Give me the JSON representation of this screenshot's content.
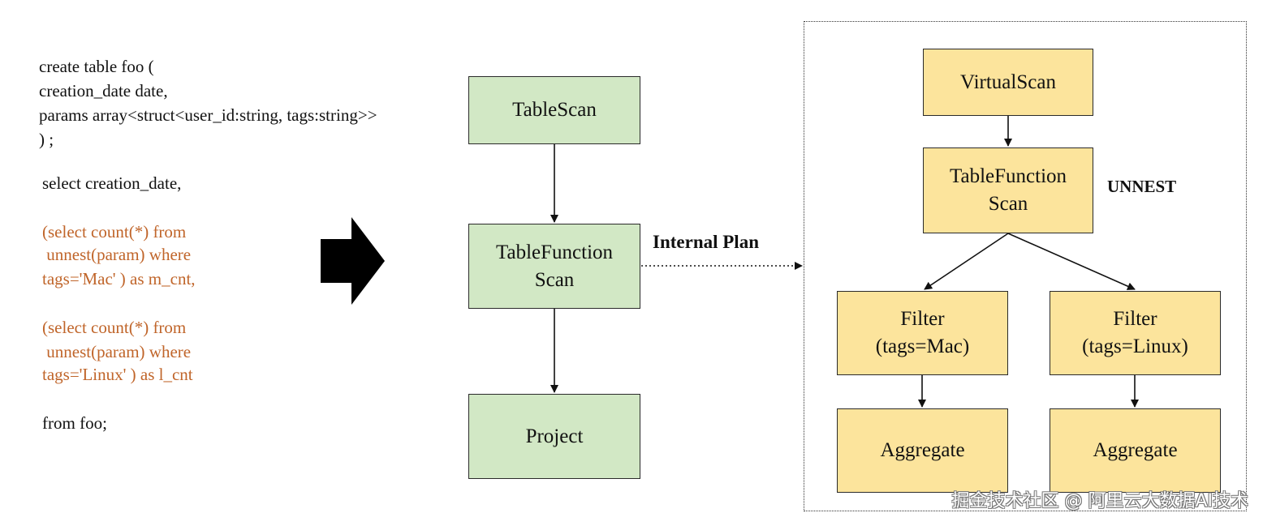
{
  "sql": {
    "lines": [
      {
        "text": "create table foo (",
        "color": "black"
      },
      {
        "text": "creation_date date,",
        "color": "black"
      },
      {
        "text": "params array<struct<user_id:string, tags:string>>",
        "color": "black"
      },
      {
        "text": ") ;",
        "color": "black"
      },
      {
        "text": "select creation_date,",
        "color": "black"
      },
      {
        "text": "(select count(*) from",
        "color": "orange"
      },
      {
        "text": " unnest(param) where",
        "color": "orange"
      },
      {
        "text": "tags='Mac' ) as m_cnt,",
        "color": "orange"
      },
      {
        "text": "(select count(*) from",
        "color": "orange"
      },
      {
        "text": " unnest(param) where",
        "color": "orange"
      },
      {
        "text": "tags='Linux' ) as l_cnt",
        "color": "orange"
      },
      {
        "text": "from foo;",
        "color": "black"
      }
    ]
  },
  "plan": {
    "nodes": {
      "table_scan": "TableScan",
      "table_function_scan": "TableFunction\nScan",
      "project": "Project"
    }
  },
  "internal_plan": {
    "label": "Internal Plan",
    "unnest_label": "UNNEST",
    "nodes": {
      "virtual_scan": "VirtualScan",
      "table_function_scan": "TableFunction\nScan",
      "filter_mac": "Filter\n(tags=Mac)",
      "filter_linux": "Filter\n(tags=Linux)",
      "aggregate_left": "Aggregate",
      "aggregate_right": "Aggregate"
    }
  },
  "watermark": "掘金技术社区 @ 阿里云大数据AI技术",
  "colors": {
    "green_fill": "#d2e8c5",
    "yellow_fill": "#fce49c",
    "sql_orange": "#c0652a"
  }
}
